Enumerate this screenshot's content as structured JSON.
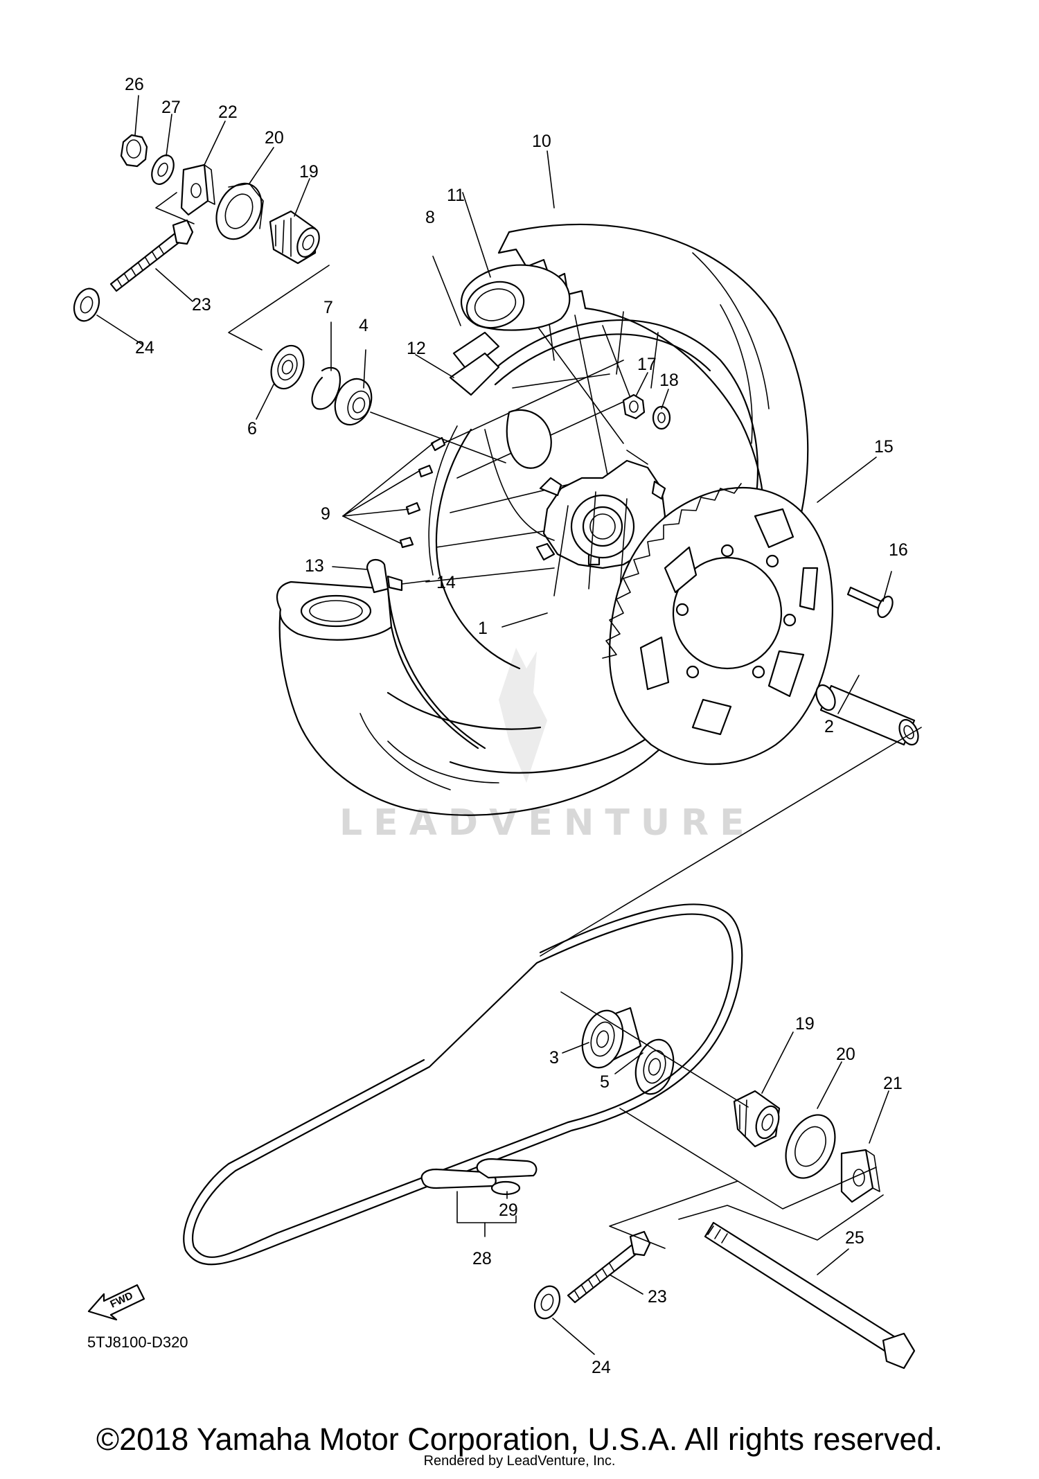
{
  "diagram_code": "5TJ8100-D320",
  "copyright": "©2018 Yamaha Motor Corporation, U.S.A. All rights reserved.",
  "rendered_by": "Rendered by LeadVenture, Inc.",
  "watermark": "LEADVENTURE",
  "fwd_label": "FWD",
  "callouts": {
    "p1": "1",
    "p2": "2",
    "p3": "3",
    "p4": "4",
    "p5": "5",
    "p6": "6",
    "p7": "7",
    "p8": "8",
    "p9": "9",
    "p10": "10",
    "p11": "11",
    "p12": "12",
    "p13": "13",
    "p14": "14",
    "p15": "15",
    "p16": "16",
    "p17": "17",
    "p18": "18",
    "p19a": "19",
    "p19b": "19",
    "p20a": "20",
    "p20b": "20",
    "p21": "21",
    "p22": "22",
    "p23a": "23",
    "p23b": "23",
    "p24a": "24",
    "p24b": "24",
    "p25": "25",
    "p26": "26",
    "p27": "27",
    "p28": "28",
    "p29": "29"
  }
}
